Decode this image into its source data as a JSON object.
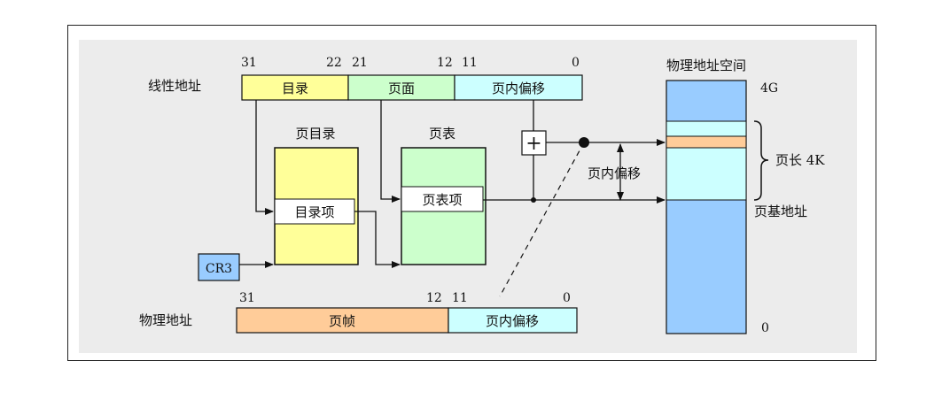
{
  "linear_address": {
    "label": "线性地址",
    "bits": {
      "b31": "31",
      "b22": "22",
      "b21": "21",
      "b12": "12",
      "b11": "11",
      "b0": "0"
    },
    "fields": {
      "directory": "目录",
      "page": "页面",
      "offset": "页内偏移"
    }
  },
  "page_directory": {
    "title": "页目录",
    "entry": "目录项"
  },
  "page_table": {
    "title": "页表",
    "entry": "页表项"
  },
  "cr3": "CR3",
  "adder": "+",
  "offset_label": "页内偏移",
  "physical_address": {
    "label": "物理地址",
    "bits": {
      "b31": "31",
      "b12": "12",
      "b11": "11",
      "b0": "0"
    },
    "fields": {
      "frame": "页帧",
      "offset": "页内偏移"
    }
  },
  "physical_space": {
    "title": "物理地址空间",
    "top": "4G",
    "bottom": "0",
    "page_size": "页长 4K",
    "page_base": "页基地址"
  },
  "colors": {
    "panel": "#ececec",
    "yellow": "#ffff99",
    "green": "#ccffcc",
    "cyan": "#ccffff",
    "orange": "#ffcc99",
    "blue": "#99ccff"
  }
}
